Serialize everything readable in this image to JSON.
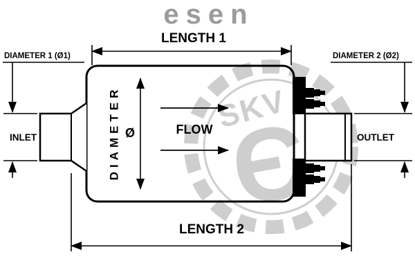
{
  "watermarks": {
    "brand_top": "esen",
    "brand_gear": "SKV",
    "gear_glyph": "Є"
  },
  "labels": {
    "length1": "LENGTH 1",
    "length2": "LENGTH 2",
    "diameter1": "DIAMETER 1 (Ø1)",
    "diameter2": "DIAMETER 2 (Ø2)",
    "inlet": "INLET",
    "outlet": "OUTLET",
    "flow": "FLOW",
    "diameter_axis": "DIAMETER",
    "diameter_symbol": "Ø"
  },
  "colors": {
    "line": "#000000",
    "watermark": "#c6c6c6",
    "logo": "#9b9b9b",
    "background": "#ffffff"
  }
}
